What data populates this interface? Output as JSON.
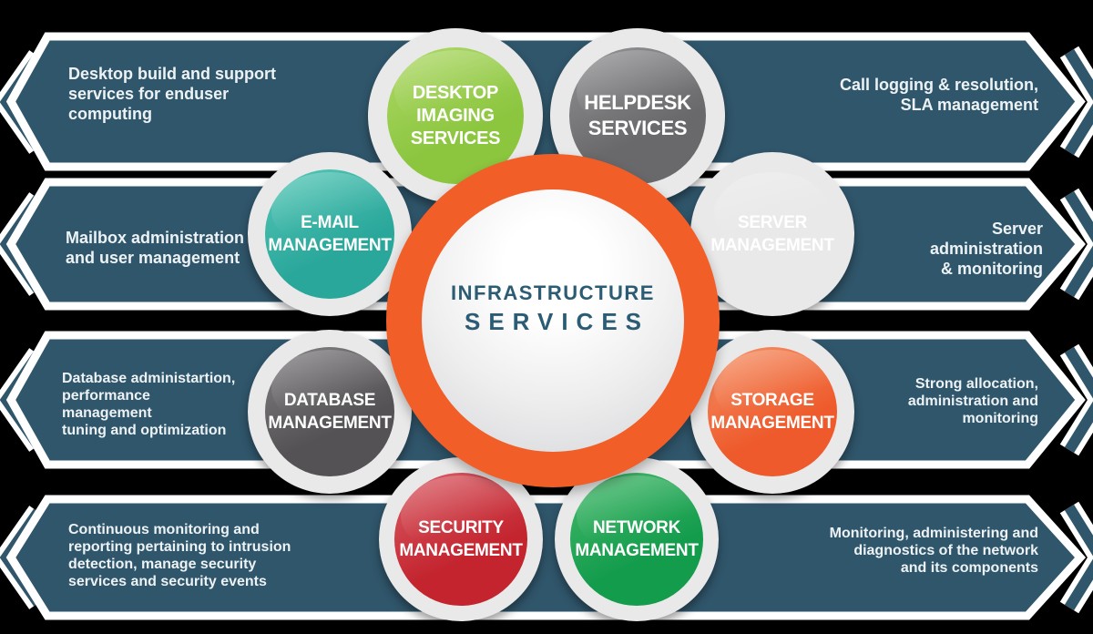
{
  "background_color": "#000000",
  "banner_color": "#30566B",
  "banner_text_color": "#EDF2F5",
  "center": {
    "line1": "INFRASTRUCTURE",
    "line2": "SERVICES",
    "ring_color": "#F15E27",
    "text_color": "#2C5C74"
  },
  "banners": [
    {
      "left_lines": [
        "Desktop build and support",
        "services for enduser",
        "computing"
      ],
      "right_lines": [
        "Call logging & resolution,",
        "SLA management"
      ]
    },
    {
      "left_lines": [
        "Mailbox administration",
        "and user management"
      ],
      "right_lines": [
        "Server",
        "administration",
        "& monitoring"
      ]
    },
    {
      "left_lines": [
        "Database administartion,",
        "performance",
        "management",
        "tuning and optimization"
      ],
      "right_lines": [
        "Strong allocation,",
        "administration and",
        "monitoring"
      ]
    },
    {
      "left_lines": [
        "Continuous monitoring and",
        "reporting pertaining to intrusion",
        "detection, manage security",
        "services and security events"
      ],
      "right_lines": [
        "Monitoring, administering and",
        "diagnostics of the network",
        "and its components"
      ]
    }
  ],
  "bubbles": [
    {
      "id": "desktop-imaging-services",
      "lines": [
        "DESKTOP",
        "IMAGING",
        "SERVICES"
      ],
      "color": "#8CC63F",
      "color_light": "#AAD663"
    },
    {
      "id": "helpdesk-services",
      "lines": [
        "HELPDESK",
        "SERVICES"
      ],
      "color": "#69696B",
      "color_light": "#8E8E90"
    },
    {
      "id": "email-management",
      "lines": [
        "E-MAIL",
        "MANAGEMENT"
      ],
      "color": "#2AA79B",
      "color_light": "#50C3B3"
    },
    {
      "id": "server-management",
      "lines": [
        "SERVER",
        "MANAGEMENT"
      ],
      "color": "#F5A829",
      "color_light": "#F9C althoughs466"
    },
    {
      "id": "database-management",
      "lines": [
        "DATABASE",
        "MANAGEMENT"
      ],
      "color": "#545254",
      "color_light": "#7C7A7C"
    },
    {
      "id": "storage-management",
      "lines": [
        "STORAGE",
        "MANAGEMENT"
      ],
      "color": "#EE5A2B",
      "color_light": "#F48B60"
    },
    {
      "id": "security-management",
      "lines": [
        "SECURITY",
        "MANAGEMENT"
      ],
      "color": "#C3242E",
      "color_light": "#D75760"
    },
    {
      "id": "network-management",
      "lines": [
        "NETWORK",
        "MANAGEMENT"
      ],
      "color": "#149C4D",
      "color_light": "#3FB667"
    }
  ]
}
